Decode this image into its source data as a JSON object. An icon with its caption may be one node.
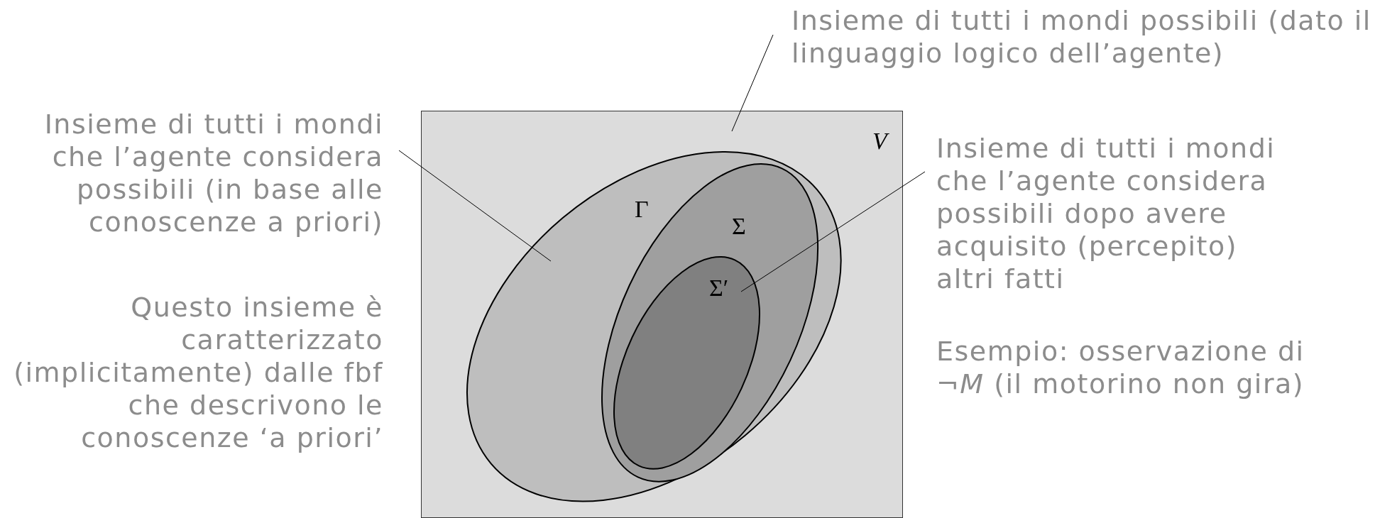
{
  "diagram": {
    "nodes": [
      {
        "text": [
          "V"
        ]
      },
      {
        "text": [
          "Γ"
        ],
        "in": 0
      },
      {
        "text": [
          "Σ"
        ],
        "in": 1
      },
      {
        "text": [
          "Σ′"
        ],
        "in": 2
      },
      {
        "text": [
          "Insieme di tutti i mondi possibili (dato il linguaggio logico dell’agente)"
        ]
      },
      {
        "text": [
          "Insieme di tutti i mondi che l’agente considera possibili (in base alle conoscenze a priori)"
        ]
      },
      {
        "text": [
          "Insieme di tutti i mondi che l’agente considera possibili dopo avere acquisito (percepito) altri fatti"
        ]
      }
    ],
    "edges": [
      {
        "from": 4,
        "to": 0,
        "arrow": "none"
      },
      {
        "from": 5,
        "to": 1,
        "arrow": "none"
      },
      {
        "from": 6,
        "to": 3,
        "arrow": "none"
      }
    ],
    "labels": [
      "Questo insieme è caratterizzato (implicitamente) dalle fbf che descrivono le conoscenze ‘a priori’",
      "Esempio: osservazione di ¬*M* (il motorino non gira)"
    ]
  }
}
